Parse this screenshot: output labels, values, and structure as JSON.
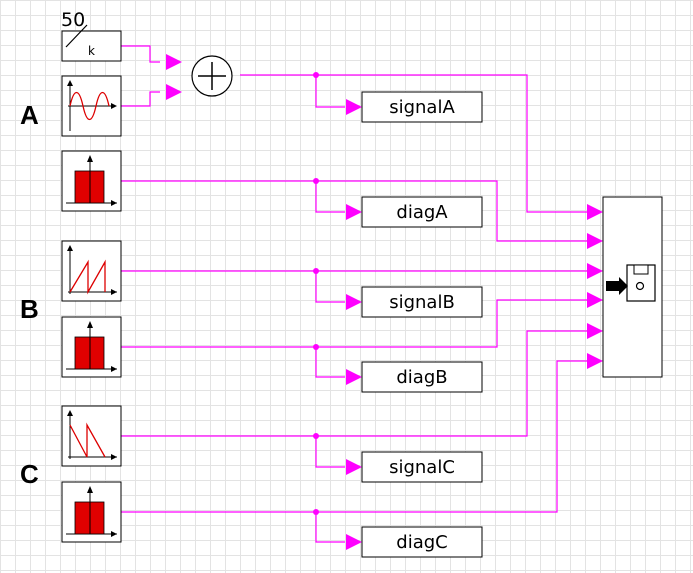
{
  "gain_block": {
    "value": "50",
    "symbol": "k"
  },
  "group_labels": {
    "a": "A",
    "b": "B",
    "c": "C"
  },
  "outputs": {
    "signal_a": "signalA",
    "diag_a": "diagA",
    "signal_b": "signalB",
    "diag_b": "diagB",
    "signal_c": "signalC",
    "diag_c": "diagC"
  },
  "colors": {
    "wire": "#ff00ff",
    "bar_fill": "#e00000",
    "waveform": "#dd0000",
    "grid": "#e3e3e3"
  },
  "icons": {
    "sum": "summation-icon",
    "sine": "sine-wave-icon",
    "sawtooth_up": "sawtooth-rising-icon",
    "sawtooth_down": "sawtooth-falling-icon",
    "bar": "bar-histogram-icon",
    "save": "save-to-file-icon"
  }
}
